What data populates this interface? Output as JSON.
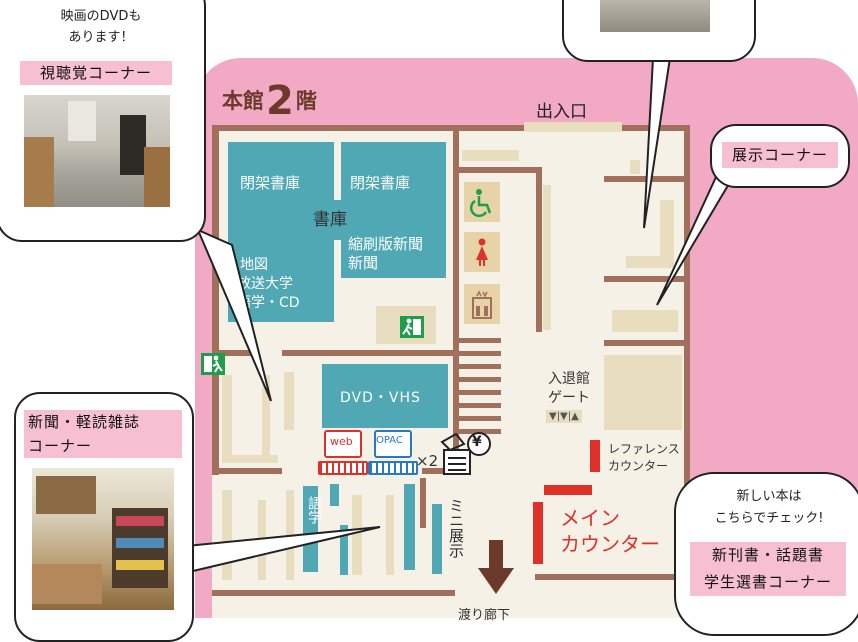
{
  "floor": {
    "building": "本館",
    "number": "2",
    "suffix": "階",
    "entrance": "出入口"
  },
  "rooms": {
    "stacks_label": "書庫",
    "closed_stacks_1": "閉架書庫",
    "closed_stacks_2": "閉架書庫",
    "maps_label": "地図",
    "open_univ_label": "放送大学",
    "lang_cd_label": "語学・CD",
    "newspaper_label": "縮刷版新聞\n新聞",
    "dvd_vhs_label": "DVD・VHS",
    "language_short": "語学",
    "mini_exhibit": "ミニ展示",
    "gate_label": "入退館\nゲート",
    "gate_arrows": "▼|▼|▲",
    "reference_counter": "レファレンス\nカウンター",
    "main_counter": "メイン\nカウンター",
    "web_label": "web",
    "opac_label": "OPAC",
    "pc_count": "×2",
    "copier_symbol": "¥",
    "corridor_label": "渡り廊下"
  },
  "callouts": {
    "av_note": "映画のDVDも\nあります！",
    "av_title": "視聴覚コーナー",
    "news_title": "新聞・軽読雑誌\nコーナー",
    "exhibit_title": "展示コーナー",
    "new_books_note": "新しい本は\nこちらでチェック!",
    "new_books_title": "新刊書・話題書\n学生選書コーナー"
  },
  "icons": [
    "wheelchair-icon",
    "womens-restroom-icon",
    "elevator-icon",
    "emergency-exit-icon",
    "computer-icon",
    "copier-icon",
    "down-arrow-icon"
  ],
  "colors": {
    "background_pink": "#f2a9c3",
    "floor": "#f6f1e7",
    "wall": "#a0705c",
    "teal_room": "#4fa8b4",
    "counter_red": "#e0302a",
    "exit_green": "#1e9e4a",
    "label_pink": "#f6bfd2"
  }
}
